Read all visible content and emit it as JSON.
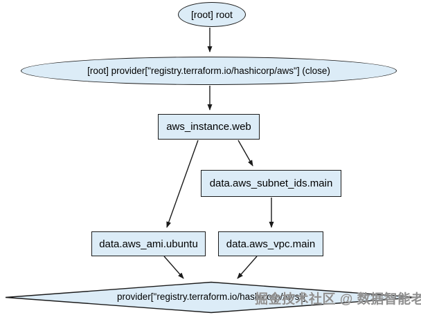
{
  "graph": {
    "nodes": {
      "root": {
        "label": "[root] root",
        "shape": "ellipse"
      },
      "provider_close": {
        "label": "[root] provider[\"registry.terraform.io/hashicorp/aws\"] (close)",
        "shape": "ellipse"
      },
      "aws_instance_web": {
        "label": "aws_instance.web",
        "shape": "box"
      },
      "data_aws_subnet_ids_main": {
        "label": "data.aws_subnet_ids.main",
        "shape": "box"
      },
      "data_aws_ami_ubuntu": {
        "label": "data.aws_ami.ubuntu",
        "shape": "box"
      },
      "data_aws_vpc_main": {
        "label": "data.aws_vpc.main",
        "shape": "box"
      },
      "provider": {
        "label": "provider[\"registry.terraform.io/hashicorp/aws\"]",
        "shape": "diamond"
      }
    },
    "edges": [
      {
        "from": "root",
        "to": "provider_close"
      },
      {
        "from": "provider_close",
        "to": "aws_instance_web"
      },
      {
        "from": "aws_instance_web",
        "to": "data_aws_ami_ubuntu"
      },
      {
        "from": "aws_instance_web",
        "to": "data_aws_subnet_ids_main"
      },
      {
        "from": "data_aws_subnet_ids_main",
        "to": "data_aws_vpc_main"
      },
      {
        "from": "data_aws_ami_ubuntu",
        "to": "provider"
      },
      {
        "from": "data_aws_vpc_main",
        "to": "provider"
      }
    ],
    "colors": {
      "node_fill": "#dcecf7",
      "node_stroke": "#1a1a1a",
      "text": "#000000",
      "background": "#ffffff",
      "watermark": "#8f8f8f"
    }
  },
  "watermark": {
    "text": "掘金技术社区 @ 数据智能老司机"
  }
}
